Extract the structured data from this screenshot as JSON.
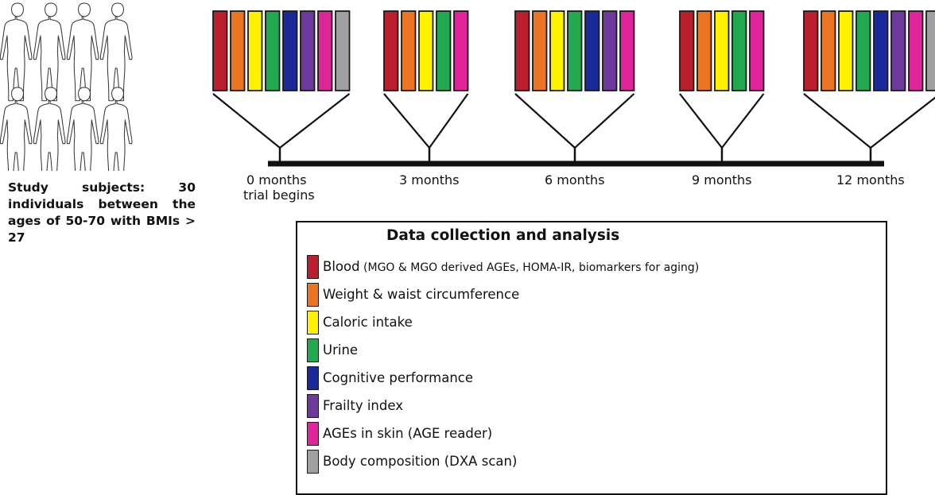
{
  "subjects": {
    "text": "Study subjects: 30 individuals between the ages of 50-70 with BMIs > 27",
    "figure_count": 8
  },
  "timepoints": [
    {
      "label": "0 months",
      "sublabel": "trial begins",
      "measures": [
        "blood",
        "weight",
        "caloric",
        "urine",
        "cognitive",
        "frailty",
        "skin",
        "body"
      ]
    },
    {
      "label": "3 months",
      "sublabel": "",
      "measures": [
        "blood",
        "weight",
        "caloric",
        "urine",
        "skin"
      ]
    },
    {
      "label": "6 months",
      "sublabel": "",
      "measures": [
        "blood",
        "weight",
        "caloric",
        "urine",
        "cognitive",
        "frailty",
        "skin"
      ]
    },
    {
      "label": "9 months",
      "sublabel": "",
      "measures": [
        "blood",
        "weight",
        "caloric",
        "urine",
        "skin"
      ]
    },
    {
      "label": "12 months",
      "sublabel": "",
      "measures": [
        "blood",
        "weight",
        "caloric",
        "urine",
        "cognitive",
        "frailty",
        "skin",
        "body"
      ]
    }
  ],
  "legend": {
    "title": "Data collection and analysis",
    "items": [
      {
        "key": "blood",
        "label": "Blood",
        "detail": "(MGO & MGO derived AGEs, HOMA-IR, biomarkers for aging)",
        "color": "#bb1e2d"
      },
      {
        "key": "weight",
        "label": "Weight & waist circumference",
        "detail": "",
        "color": "#ec7522"
      },
      {
        "key": "caloric",
        "label": "Caloric intake",
        "detail": "",
        "color": "#fff200"
      },
      {
        "key": "urine",
        "label": "Urine",
        "detail": "",
        "color": "#22a94f"
      },
      {
        "key": "cognitive",
        "label": "Cognitive performance",
        "detail": "",
        "color": "#1b2a99"
      },
      {
        "key": "frailty",
        "label": "Frailty index",
        "detail": "",
        "color": "#6d3a9c"
      },
      {
        "key": "skin",
        "label": "AGEs in skin (AGE reader)",
        "detail": "",
        "color": "#e0249a"
      },
      {
        "key": "body",
        "label": "Body composition (DXA scan)",
        "detail": "",
        "color": "#a0a0a0"
      }
    ]
  }
}
